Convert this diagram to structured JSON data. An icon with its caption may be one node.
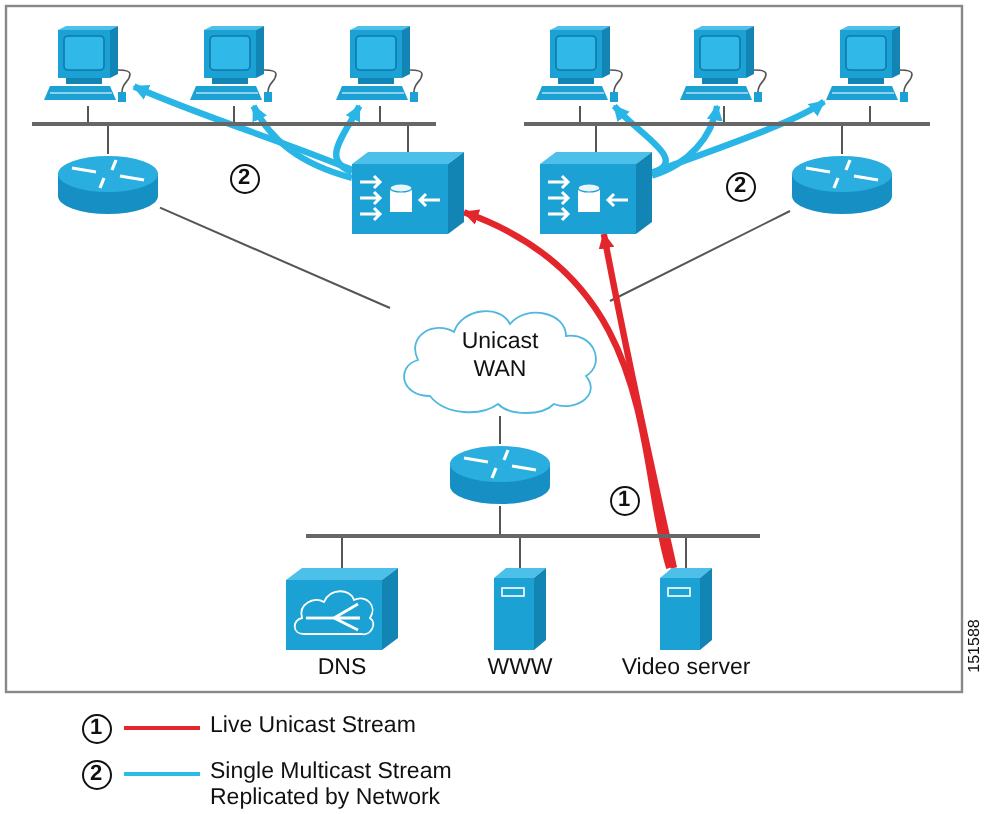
{
  "diagram": {
    "nodes": [
      {
        "text": [],
        "shape": "computer"
      },
      {
        "text": [],
        "shape": "computer"
      },
      {
        "text": [],
        "shape": "computer"
      },
      {
        "text": [],
        "shape": "computer"
      },
      {
        "text": [],
        "shape": "computer"
      },
      {
        "text": [],
        "shape": "computer"
      },
      {
        "text": [],
        "shape": "bar"
      },
      {
        "text": [],
        "shape": "bar"
      },
      {
        "text": [],
        "shape": "cylinder"
      },
      {
        "text": [],
        "shape": "box"
      },
      {
        "text": [],
        "shape": "box"
      },
      {
        "text": [],
        "shape": "cylinder"
      },
      {
        "text": [
          "Unicast WAN"
        ]
      },
      {
        "text": [],
        "shape": "cylinder"
      },
      {
        "text": [],
        "shape": "bar"
      },
      {
        "text": [
          "DNS"
        ]
      },
      {
        "text": [
          "WWW"
        ]
      },
      {
        "text": [
          "Video server"
        ]
      }
    ],
    "edges": [
      {
        "from": 0,
        "to": 6,
        "arrow": "none"
      },
      {
        "from": 1,
        "to": 6,
        "arrow": "none"
      },
      {
        "from": 2,
        "to": 6,
        "arrow": "none"
      },
      {
        "from": 6,
        "to": 8,
        "arrow": "none"
      },
      {
        "from": 6,
        "to": 9,
        "arrow": "none"
      },
      {
        "from": 3,
        "to": 7,
        "arrow": "none"
      },
      {
        "from": 4,
        "to": 7,
        "arrow": "none"
      },
      {
        "from": 5,
        "to": 7,
        "arrow": "none"
      },
      {
        "from": 7,
        "to": 10,
        "arrow": "none"
      },
      {
        "from": 7,
        "to": 11,
        "arrow": "none"
      },
      {
        "from": 8,
        "to": 12,
        "arrow": "none"
      },
      {
        "from": 11,
        "to": 12,
        "arrow": "none"
      },
      {
        "from": 12,
        "to": 13,
        "arrow": "none"
      },
      {
        "from": 13,
        "to": 14,
        "arrow": "none"
      },
      {
        "from": 14,
        "to": 15,
        "arrow": "none"
      },
      {
        "from": 14,
        "to": 16,
        "arrow": "none"
      },
      {
        "from": 14,
        "to": 17,
        "arrow": "none"
      },
      {
        "from": 9,
        "to": 0,
        "arrow": "to",
        "style": "thick",
        "color": "#29b6e6"
      },
      {
        "from": 9,
        "to": 1,
        "arrow": "to",
        "style": "thick",
        "color": "#29b6e6"
      },
      {
        "from": 9,
        "to": 2,
        "arrow": "to",
        "style": "thick",
        "color": "#29b6e6"
      },
      {
        "from": 10,
        "to": 3,
        "arrow": "to",
        "style": "thick",
        "color": "#29b6e6"
      },
      {
        "from": 10,
        "to": 4,
        "arrow": "to",
        "style": "thick",
        "color": "#29b6e6"
      },
      {
        "from": 10,
        "to": 5,
        "arrow": "to",
        "style": "thick",
        "color": "#29b6e6"
      },
      {
        "from": 17,
        "to": 9,
        "arrow": "to",
        "style": "thick",
        "color": "#e3262b"
      },
      {
        "from": 17,
        "to": 10,
        "arrow": "to",
        "style": "thick",
        "color": "#e3262b"
      }
    ],
    "labels": [
      "2",
      "2",
      "1",
      "151588",
      "1",
      "2"
    ],
    "legend": [
      {
        "text": "Live Unicast Stream"
      },
      {
        "text": "Single Multicast Stream Replicated by Network"
      }
    ]
  }
}
